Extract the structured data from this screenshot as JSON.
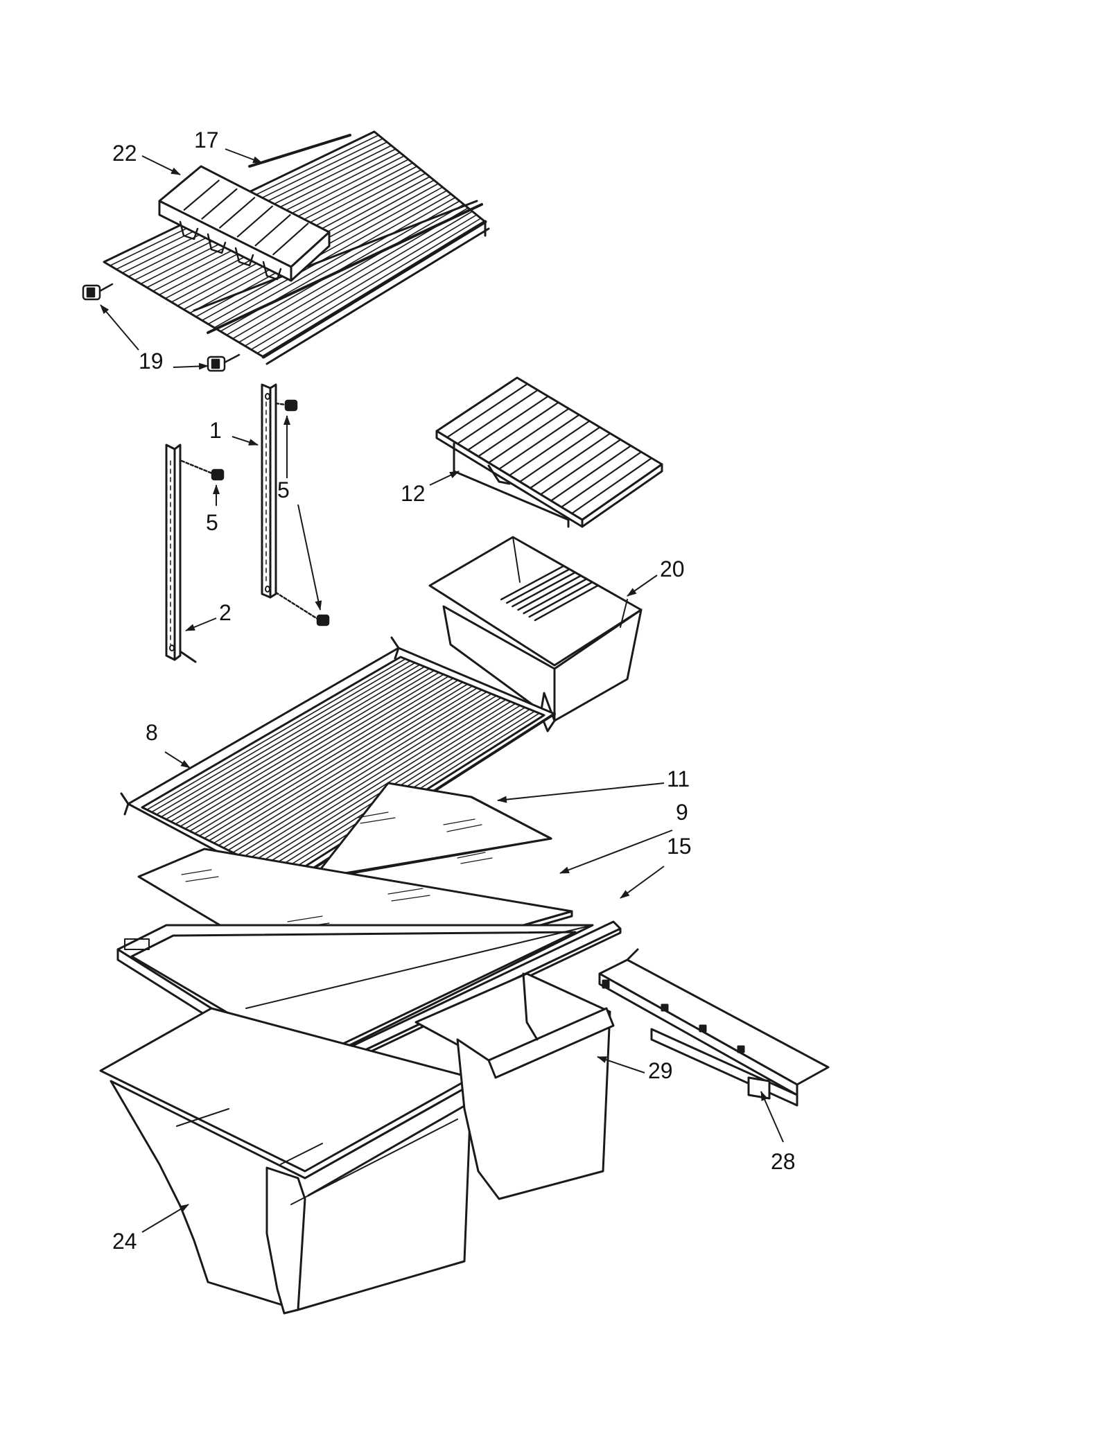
{
  "diagram": {
    "type": "exploded-parts-view",
    "callouts": [
      {
        "id": "c22",
        "label": "22"
      },
      {
        "id": "c17",
        "label": "17"
      },
      {
        "id": "c19",
        "label": "19"
      },
      {
        "id": "c1",
        "label": "1"
      },
      {
        "id": "c5a",
        "label": "5"
      },
      {
        "id": "c5b",
        "label": "5"
      },
      {
        "id": "c2",
        "label": "2"
      },
      {
        "id": "c12",
        "label": "12"
      },
      {
        "id": "c20",
        "label": "20"
      },
      {
        "id": "c8",
        "label": "8"
      },
      {
        "id": "c11",
        "label": "11"
      },
      {
        "id": "c9",
        "label": "9"
      },
      {
        "id": "c15",
        "label": "15"
      },
      {
        "id": "c29",
        "label": "29"
      },
      {
        "id": "c28",
        "label": "28"
      },
      {
        "id": "c24",
        "label": "24"
      }
    ]
  }
}
